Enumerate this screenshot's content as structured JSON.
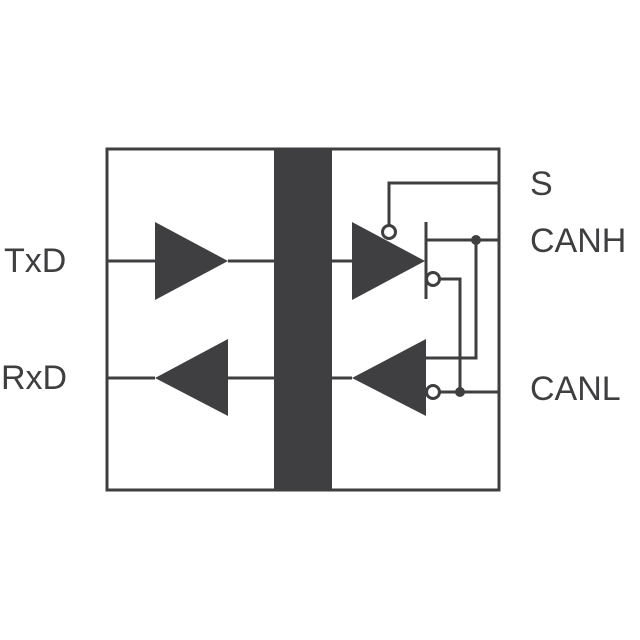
{
  "labels": {
    "txd": "TxD",
    "rxd": "RxD",
    "s": "S",
    "canh": "CANH",
    "canl": "CANL"
  },
  "colors": {
    "ink": "#3f3f42",
    "background": "#ffffff"
  }
}
